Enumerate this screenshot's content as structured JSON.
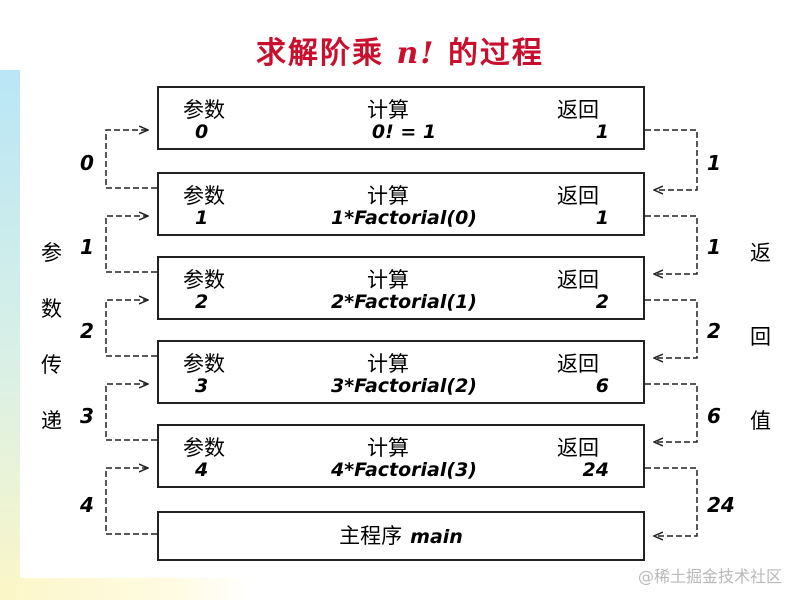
{
  "title": {
    "main": "求解阶乘",
    "var": "n!",
    "suffix": "的过程"
  },
  "headers": {
    "param": "参数",
    "calc": "计算",
    "ret": "返回"
  },
  "frames": [
    {
      "param": "0",
      "calc": "0! = 1",
      "ret": "1"
    },
    {
      "param": "1",
      "calc": "1*Factorial(0)",
      "ret": "1"
    },
    {
      "param": "2",
      "calc": "2*Factorial(1)",
      "ret": "2"
    },
    {
      "param": "3",
      "calc": "3*Factorial(2)",
      "ret": "6"
    },
    {
      "param": "4",
      "calc": "4*Factorial(3)",
      "ret": "24"
    }
  ],
  "main_box": {
    "label": "主程序",
    "name": "main"
  },
  "left_values": [
    "0",
    "1",
    "2",
    "3",
    "4"
  ],
  "right_values": [
    "1",
    "1",
    "2",
    "6",
    "24"
  ],
  "left_caption": [
    "参",
    "数",
    "传",
    "递"
  ],
  "right_caption": [
    "返",
    "回",
    "值"
  ],
  "watermark": "@稀土掘金技术社区",
  "colors": {
    "title": "#c8102e",
    "stroke": "#222222"
  }
}
